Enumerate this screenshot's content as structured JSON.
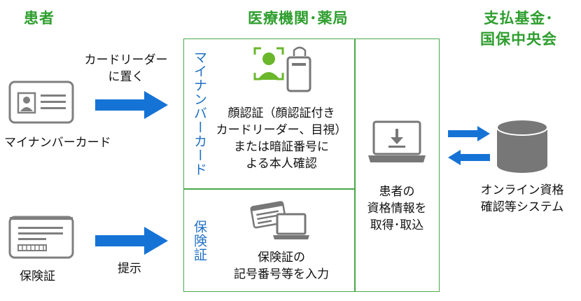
{
  "headers": {
    "patient": "患者",
    "institution": "医療機関･薬局",
    "fund_line1": "支払基金･",
    "fund_line2": "国保中央会"
  },
  "patient": {
    "arrow1_line1": "カードリーダー",
    "arrow1_line2": "に置く",
    "card_label": "マイナンバーカード",
    "arrow2_label": "提示",
    "insurance_label": "保険証"
  },
  "institution": {
    "mynumber_vertical": "マイナンバーカード",
    "face_line1": "顔認証（顔認証付き",
    "face_line2": "カードリーダー、目視）",
    "face_line3": "または暗証番号に",
    "face_line4": "よる本人確認",
    "insurance_vertical": "保険証",
    "ins_line1": "保険証の",
    "ins_line2": "記号番号等を入力",
    "acq_line1": "患者の",
    "acq_line2": "資格情報を",
    "acq_line3": "取得･取込"
  },
  "fund": {
    "system_line1": "オンライン資格",
    "system_line2": "確認等システム"
  },
  "colors": {
    "header_green": "#2e9e2e",
    "border_green": "#4aa84a",
    "arrow_blue": "#1673d6",
    "vertical_blue": "#1f6fc4",
    "icon_green": "#6ab72c",
    "icon_gray": "#777777"
  }
}
